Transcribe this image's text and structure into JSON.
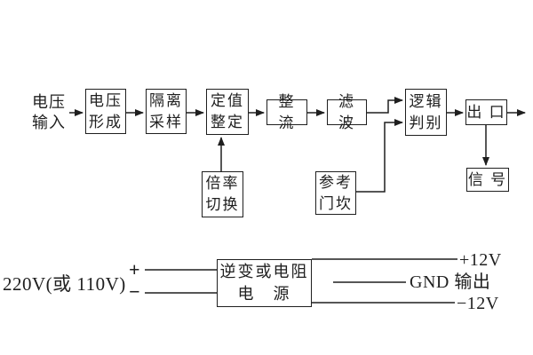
{
  "colors": {
    "ink": "#1f1f1f",
    "paper": "#ffffff"
  },
  "flow": {
    "input_label": "电压\n输入",
    "blocks": {
      "voltage_forming": {
        "label": "电压\n形成"
      },
      "isolation_sampling": {
        "label": "隔离\n采样"
      },
      "setting_adjustment": {
        "label": "定值\n整定"
      },
      "rectifier": {
        "label": "整 流"
      },
      "filter": {
        "label": "滤 波"
      },
      "logic_discrimination": {
        "label": "逻辑\n判别"
      },
      "outlet": {
        "label": "出 口"
      },
      "signal": {
        "label": "信 号"
      },
      "ratio_switching": {
        "label": "倍率\n切换"
      },
      "reference_threshold": {
        "label": "参考\n门坎"
      }
    }
  },
  "power": {
    "mains_label": "220V(或 110V)",
    "plus_sign": "+",
    "minus_sign": "−",
    "supply_box": {
      "label": "逆变或电阻\n电　源"
    },
    "outputs": {
      "positive": "+12V",
      "ground": "GND 输出",
      "negative": "−12V"
    }
  }
}
